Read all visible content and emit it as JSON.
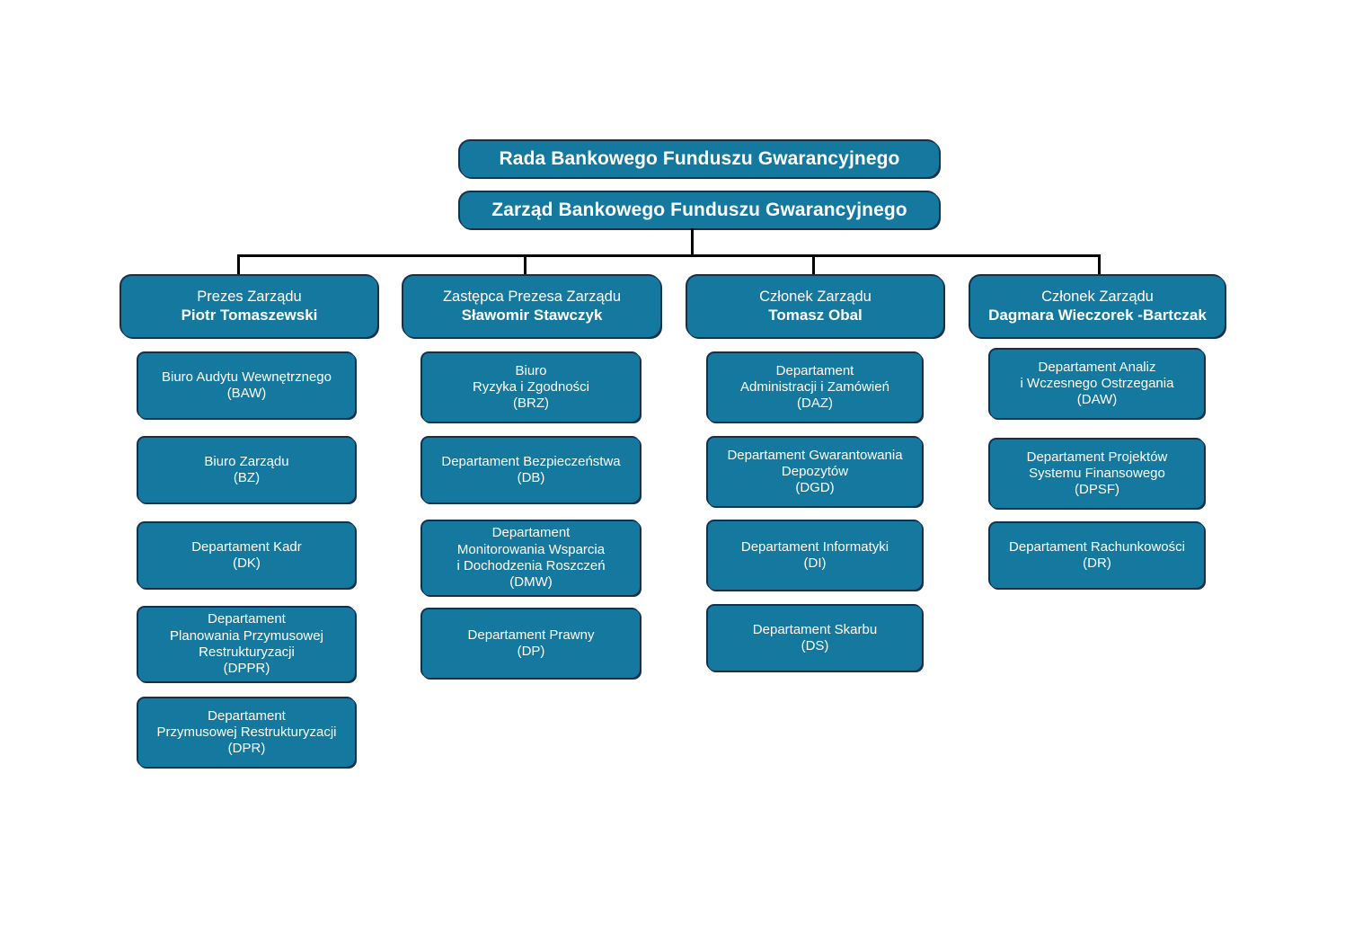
{
  "theme": {
    "box_fill": "#15789E",
    "box_border": "#15304d",
    "box_shadow": "#16304e",
    "text_color": "#ffffff",
    "connector_color": "#000000",
    "background": "#ffffff"
  },
  "top": {
    "council": "Rada Bankowego Funduszu Gwarancyjnego",
    "board": "Zarząd Bankowego Funduszu Gwarancyjnego"
  },
  "columns": [
    {
      "role": "Prezes Zarządu",
      "person": "Piotr Tomaszewski",
      "units": [
        {
          "lines": [
            "Biuro Audytu Wewnętrznego",
            "(BAW)"
          ]
        },
        {
          "lines": [
            "Biuro Zarządu",
            "(BZ)"
          ]
        },
        {
          "lines": [
            "Departament Kadr",
            "(DK)"
          ]
        },
        {
          "lines": [
            "Departament",
            "Planowania Przymusowej",
            "Restrukturyzacji",
            "(DPPR)"
          ]
        },
        {
          "lines": [
            "Departament",
            "Przymusowej Restrukturyzacji",
            "(DPR)"
          ]
        }
      ]
    },
    {
      "role": "Zastępca Prezesa Zarządu",
      "person": "Sławomir Stawczyk",
      "units": [
        {
          "lines": [
            "Biuro",
            "Ryzyka i Zgodności",
            "(BRZ)"
          ]
        },
        {
          "lines": [
            "Departament Bezpieczeństwa",
            "(DB)"
          ]
        },
        {
          "lines": [
            "Departament",
            "Monitorowania Wsparcia",
            "i Dochodzenia Roszczeń",
            "(DMW)"
          ]
        },
        {
          "lines": [
            "Departament Prawny",
            "(DP)"
          ]
        }
      ]
    },
    {
      "role": "Członek Zarządu",
      "person": "Tomasz Obal",
      "units": [
        {
          "lines": [
            "Departament",
            "Administracji i Zamówień",
            "(DAZ)"
          ]
        },
        {
          "lines": [
            "Departament Gwarantowania",
            "Depozytów",
            "(DGD)"
          ]
        },
        {
          "lines": [
            "Departament  Informatyki",
            "(DI)"
          ]
        },
        {
          "lines": [
            "Departament Skarbu",
            "(DS)"
          ]
        }
      ]
    },
    {
      "role": "Członek Zarządu",
      "person": "Dagmara Wieczorek -Bartczak",
      "units": [
        {
          "lines": [
            "Departament Analiz",
            "i Wczesnego Ostrzegania",
            "(DAW)"
          ]
        },
        {
          "lines": [
            "Departament Projektów",
            "Systemu Finansowego",
            "(DPSF)"
          ]
        },
        {
          "lines": [
            "Departament Rachunkowości",
            "(DR)"
          ]
        }
      ]
    }
  ]
}
